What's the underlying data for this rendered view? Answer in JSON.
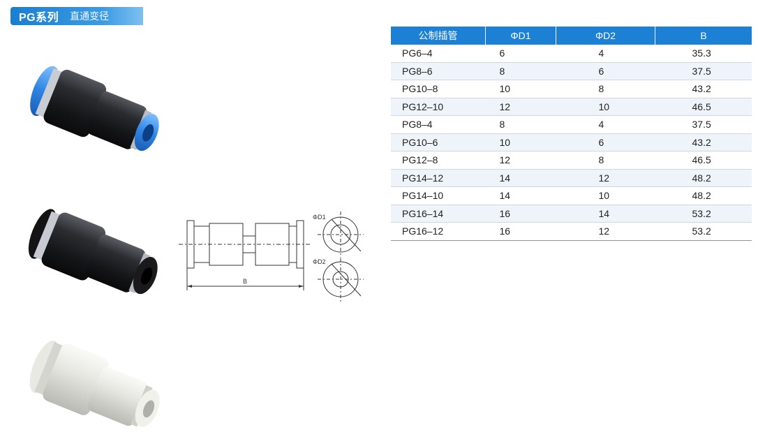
{
  "header": {
    "series": "PG系列",
    "subtitle": "直通变径"
  },
  "colors": {
    "accent_blue": "#1c81d4",
    "fitting_black": "#1b1c1f",
    "fitting_blue_ring": "#3a8fe0",
    "fitting_white": "#e5e5e0"
  },
  "products": [
    {
      "body": "black",
      "collet": "blue"
    },
    {
      "body": "black",
      "collet": "black"
    },
    {
      "body": "white",
      "collet": "white"
    }
  ],
  "drawing": {
    "label_d1": "ΦD1",
    "label_d2": "ΦD2",
    "label_b": "B"
  },
  "table": {
    "headers": [
      "公制插管",
      "ΦD1",
      "ΦD2",
      "B"
    ],
    "rows": [
      [
        "PG6–4",
        "6",
        "4",
        "35.3"
      ],
      [
        "PG8–6",
        "8",
        "6",
        "37.5"
      ],
      [
        "PG10–8",
        "10",
        "8",
        "43.2"
      ],
      [
        "PG12–10",
        "12",
        "10",
        "46.5"
      ],
      [
        "PG8–4",
        "8",
        "4",
        "37.5"
      ],
      [
        "PG10–6",
        "10",
        "6",
        "43.2"
      ],
      [
        "PG12–8",
        "12",
        "8",
        "46.5"
      ],
      [
        "PG14–12",
        "14",
        "12",
        "48.2"
      ],
      [
        "PG14–10",
        "14",
        "10",
        "48.2"
      ],
      [
        "PG16–14",
        "16",
        "14",
        "53.2"
      ],
      [
        "PG16–12",
        "16",
        "12",
        "53.2"
      ]
    ]
  }
}
